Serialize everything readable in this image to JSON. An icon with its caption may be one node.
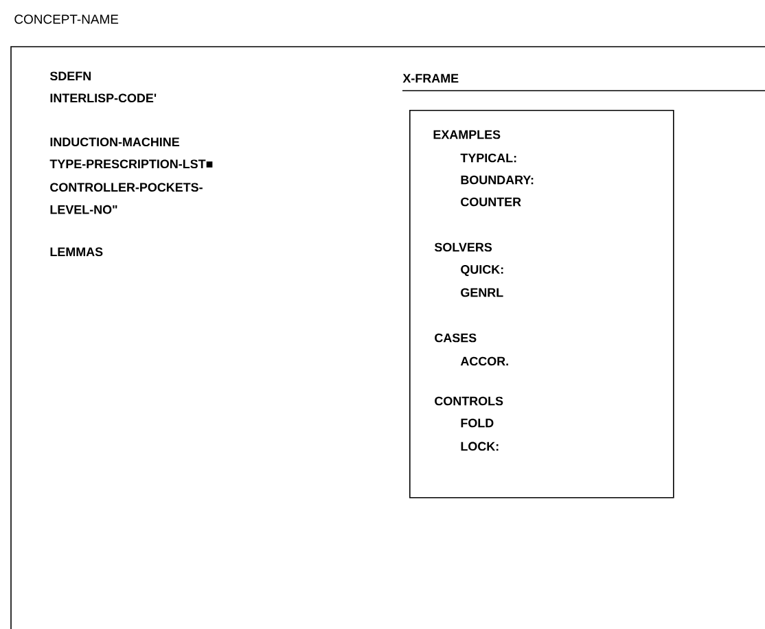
{
  "diagram": {
    "nodes": [
      {
        "text": [
          "CONCEPT-NAME"
        ]
      },
      {
        "text": [
          "X-FRAME",
          "EXAMPLES",
          "TYPICAL:",
          "BOUNDARY:",
          "COUNTER",
          "SOLVERS",
          "QUICK:",
          "GENRL",
          "CASES",
          "ACCOR.",
          "CONTROLS",
          "FOLD",
          "LOCK:"
        ],
        "in": 0
      }
    ],
    "labels": [
      "SDEFN",
      "INTERLISP-CODE'",
      "INDUCTION-MACHINE",
      "TYPE-PRESCRIPTION-LST■",
      "CONTROLLER-POCKETS- LEVEL-NO\"",
      "LEMMAS"
    ]
  }
}
